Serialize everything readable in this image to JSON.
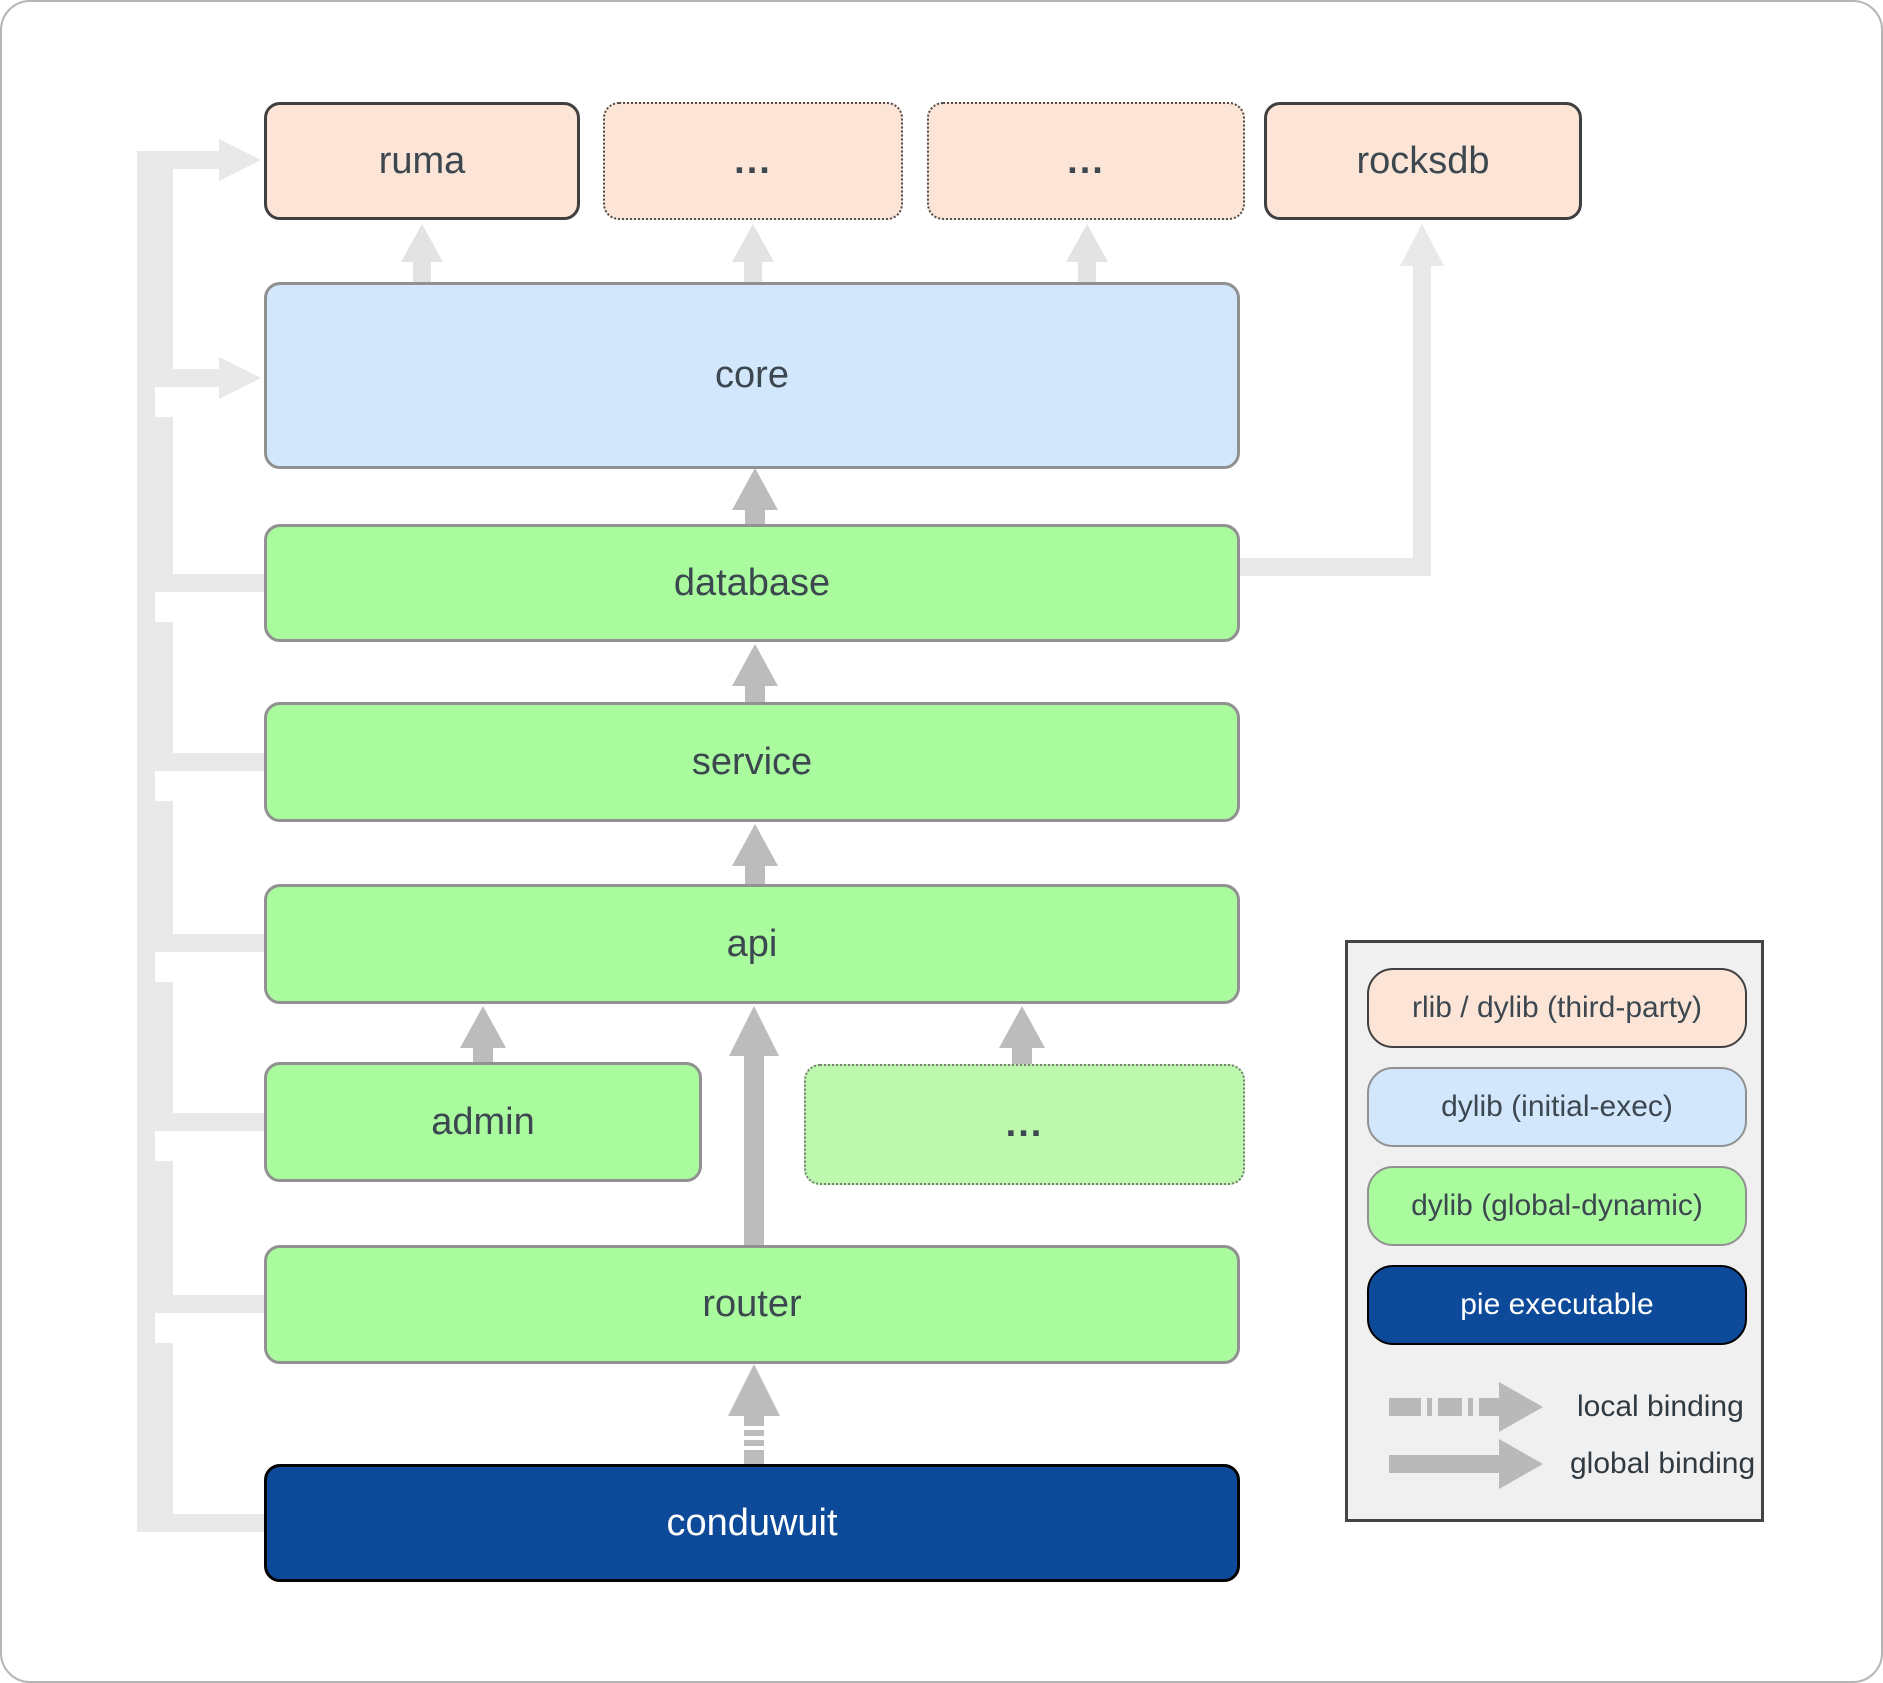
{
  "nodes": {
    "ruma": "ruma",
    "thirdparty_more_1": "...",
    "thirdparty_more_2": "...",
    "rocksdb": "rocksdb",
    "core": "core",
    "database": "database",
    "service": "service",
    "api": "api",
    "admin": "admin",
    "crates_more": "...",
    "router": "router",
    "conduwuit": "conduwuit"
  },
  "legend": {
    "items": [
      {
        "label": "rlib / dylib (third-party)",
        "color": "#fce5d6"
      },
      {
        "label": "dylib (initial-exec)",
        "color": "#d2e7fb"
      },
      {
        "label": "dylib (global-dynamic)",
        "color": "#a9fb9d"
      },
      {
        "label": "pie executable",
        "color": "#0d4a99"
      }
    ],
    "bindings": [
      {
        "label": "local binding",
        "style": "dashed-arrow"
      },
      {
        "label": "global binding",
        "style": "solid-arrow"
      }
    ]
  },
  "edges": [
    {
      "from": "core",
      "to": "ruma",
      "binding": "global"
    },
    {
      "from": "core",
      "to": "thirdparty_more_1",
      "binding": "global"
    },
    {
      "from": "core",
      "to": "thirdparty_more_2",
      "binding": "global"
    },
    {
      "from": "database",
      "to": "rocksdb",
      "binding": "global"
    },
    {
      "from": "database",
      "to": "core",
      "binding": "global"
    },
    {
      "from": "service",
      "to": "database",
      "binding": "global"
    },
    {
      "from": "api",
      "to": "service",
      "binding": "global"
    },
    {
      "from": "admin",
      "to": "api",
      "binding": "global"
    },
    {
      "from": "crates_more",
      "to": "api",
      "binding": "global"
    },
    {
      "from": "router",
      "to": "api",
      "binding": "global"
    },
    {
      "from": "conduwuit",
      "to": "router",
      "binding": "local"
    },
    {
      "from": "conduwuit",
      "to": "ruma",
      "binding": "global"
    },
    {
      "from": "conduwuit",
      "to": "core",
      "binding": "global"
    },
    {
      "from": "conduwuit",
      "to": "database",
      "binding": "global"
    },
    {
      "from": "conduwuit",
      "to": "service",
      "binding": "global"
    },
    {
      "from": "conduwuit",
      "to": "api",
      "binding": "global"
    },
    {
      "from": "conduwuit",
      "to": "admin",
      "binding": "global"
    },
    {
      "from": "conduwuit",
      "to": "router",
      "binding": "global"
    }
  ],
  "colors": {
    "peach": "#fce5d6",
    "blue": "#d2e7fb",
    "green": "#a9fb9d",
    "green_light": "#bdf8ae",
    "navy": "#0d4a99",
    "label": "#3c4750",
    "arrow_medium": "#bcbcbc",
    "arrow_light": "#e3e3e3",
    "connector_light": "#e9e9e9",
    "legend_bg": "#f0f0f0"
  }
}
